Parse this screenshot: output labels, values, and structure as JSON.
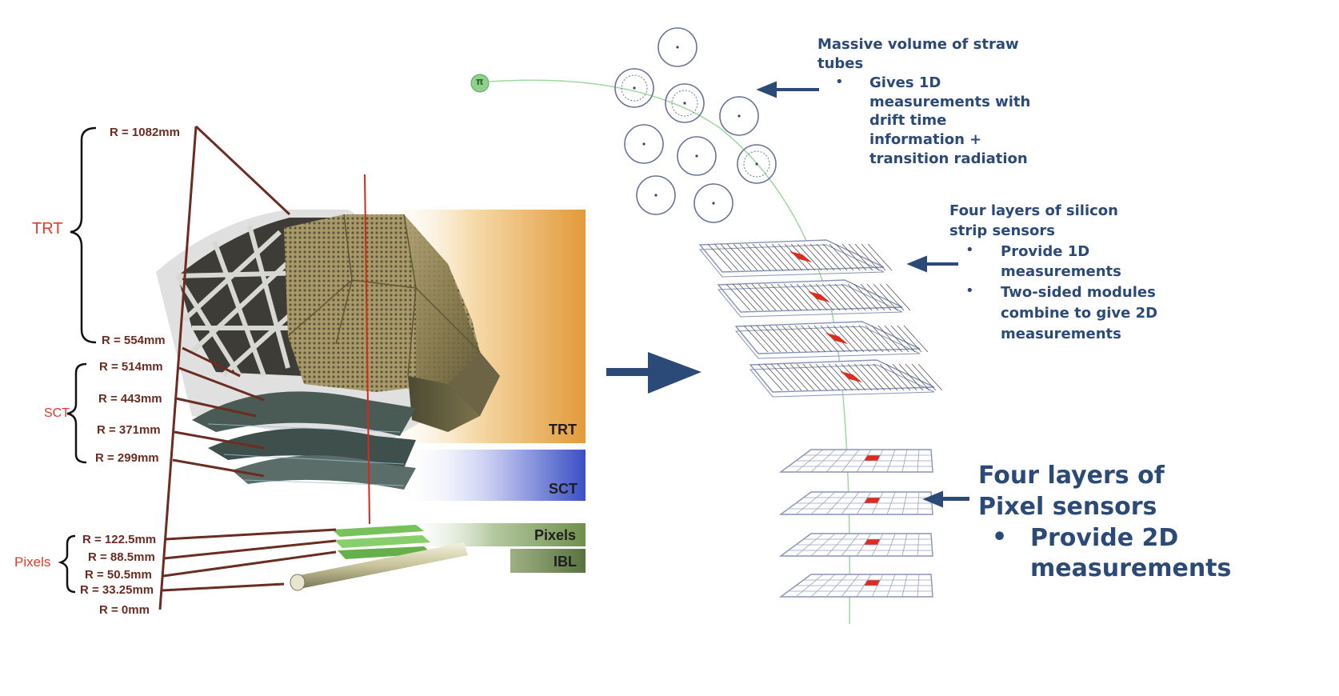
{
  "colors": {
    "text_blue": "#2c4a78",
    "radius_label": "#6b2c22",
    "group_label": "#e03a2a",
    "trt_band": "#e39a3a",
    "sct_band": "#3b4fc4",
    "pixel_band": "#6f8f4c",
    "ibl_band": "#58723e",
    "arrow": "#2c4a78",
    "track": "#8fcf8f",
    "hit": "#e02a20"
  },
  "left_diagram": {
    "groups": {
      "trt": "TRT",
      "sct": "SCT",
      "pixels": "Pixels"
    },
    "radii": {
      "r1082": "R = 1082mm",
      "r554": "R = 554mm",
      "r514": "R = 514mm",
      "r443": "R = 443mm",
      "r371": "R = 371mm",
      "r299": "R = 299mm",
      "r122": "R = 122.5mm",
      "r88": "R = 88.5mm",
      "r50": "R = 50.5mm",
      "r33": "R = 33.25mm",
      "r0": "R = 0mm"
    },
    "bands": {
      "trt": "TRT",
      "sct": "SCT",
      "pixels": "Pixels",
      "ibl": "IBL"
    }
  },
  "right_diagram": {
    "particle_symbol": "π",
    "straw": {
      "title_l1": "Massive volume of straw",
      "title_l2": "tubes",
      "bullet": "•",
      "b1_l1": "Gives 1D",
      "b1_l2": "measurements with",
      "b1_l3": "drift time",
      "b1_l4": "information +",
      "b1_l5": "transition radiation"
    },
    "strip": {
      "title_l1": "Four layers of silicon",
      "title_l2": "strip sensors",
      "bullet": "•",
      "b1_l1": "Provide 1D",
      "b1_l2": "measurements",
      "b2_l1": "Two-sided modules",
      "b2_l2": "combine to give 2D",
      "b2_l3": "measurements"
    },
    "pixel": {
      "title_l1": "Four layers of",
      "title_l2": "Pixel sensors",
      "bullet": "•",
      "b1_l1": "Provide 2D",
      "b1_l2": "measurements"
    }
  }
}
